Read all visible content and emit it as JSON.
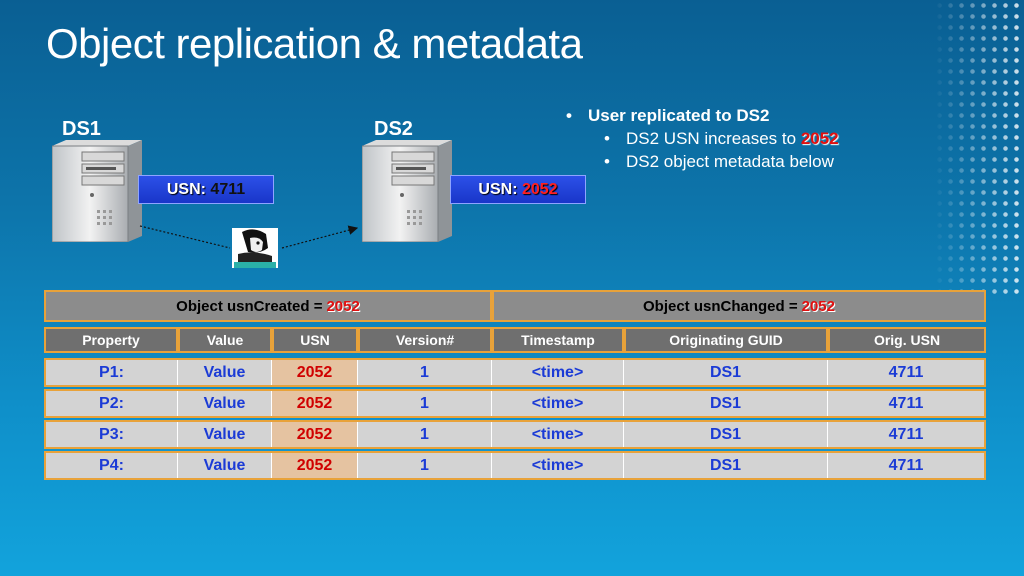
{
  "slide": {
    "title": "Object replication & metadata"
  },
  "servers": {
    "ds1": {
      "label": "DS1",
      "usn_prefix": "USN:",
      "usn_value": "4711"
    },
    "ds2": {
      "label": "DS2",
      "usn_prefix": "USN:",
      "usn_value": "2052"
    }
  },
  "bullets": {
    "main": "User replicated to DS2",
    "sub1_text": "DS2 USN increases to",
    "sub1_value": "2052",
    "sub2_text": "DS2 object metadata below"
  },
  "object_header": {
    "created_label": "Object usnCreated =",
    "created_value": "2052",
    "changed_label": "Object usnChanged =",
    "changed_value": "2052"
  },
  "table": {
    "columns": [
      "Property",
      "Value",
      "USN",
      "Version#",
      "Timestamp",
      "Originating GUID",
      "Orig. USN"
    ],
    "rows": [
      [
        "P1:",
        "Value",
        "2052",
        "1",
        "<time>",
        "DS1",
        "4711"
      ],
      [
        "P2:",
        "Value",
        "2052",
        "1",
        "<time>",
        "DS1",
        "4711"
      ],
      [
        "P3:",
        "Value",
        "2052",
        "1",
        "<time>",
        "DS1",
        "4711"
      ],
      [
        "P4:",
        "Value",
        "2052",
        "1",
        "<time>",
        "DS1",
        "4711"
      ]
    ]
  },
  "colors": {
    "accent_red": "#e01010",
    "border_orange": "#e8a23a",
    "usn_box_blue": "#1936c9",
    "cell_text_blue": "#1b3bd6"
  },
  "icons": {
    "server": "server-tower-icon",
    "user": "user-avatar-icon"
  }
}
